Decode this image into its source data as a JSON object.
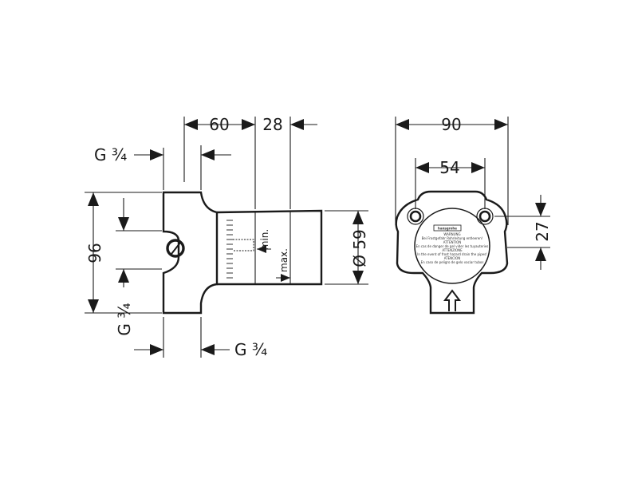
{
  "side_view": {
    "dim_width": "60",
    "dim_depth": "28",
    "dim_height": "96",
    "dim_diameter": "Ø 59",
    "inlet_top": "G ¾",
    "inlet_bottom": "G ¾",
    "outlet_bottom": "G ¾",
    "label_min": "min.",
    "label_max": "max."
  },
  "front_view": {
    "dim_width": "90",
    "dim_hole_spacing": "54",
    "dim_offset": "27",
    "brand_label": "hansgrohe",
    "warning_lines": [
      "WARNUNG",
      "Bei Frostgefahr Rohrleitung entleeren!",
      "ATTENTION",
      "En cas de danger de gel vider les tuyauteries",
      "ATTENZIONE",
      "In the event of frost hazard drain the pipes!",
      "ATENCION",
      "En caso de peligro de gelo vaciar tubos"
    ]
  }
}
